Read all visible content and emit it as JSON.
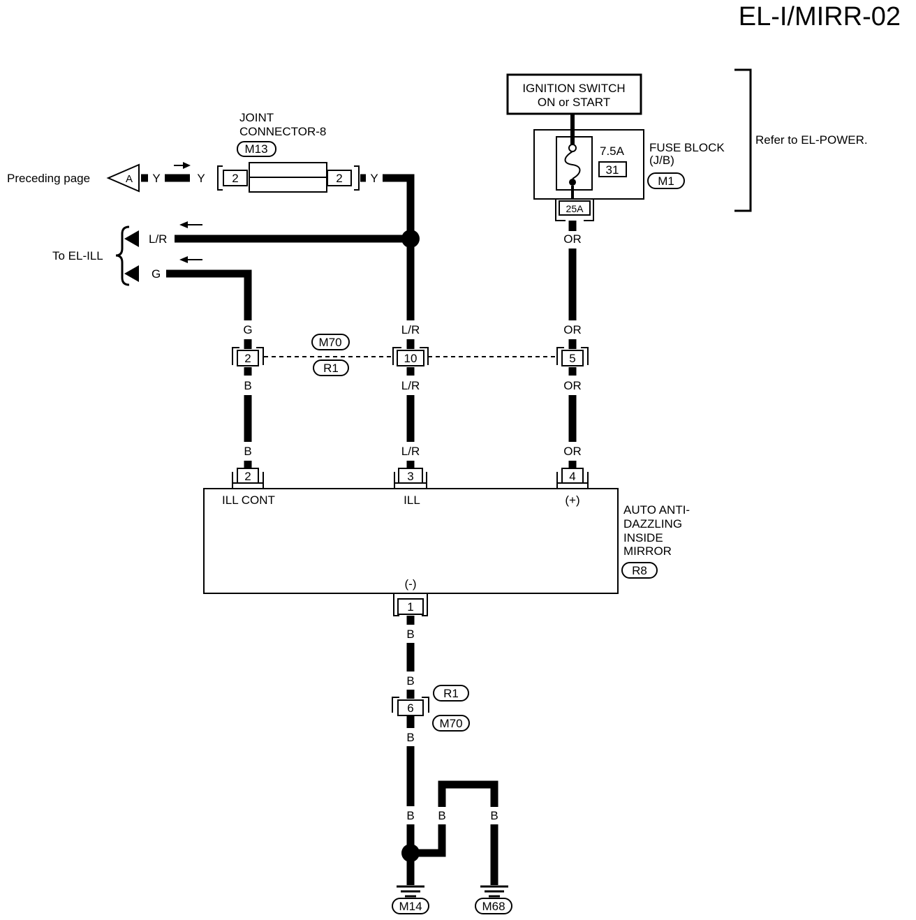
{
  "title": "EL-I/MIRR-02",
  "ignition_switch": {
    "line1": "IGNITION SWITCH",
    "line2": "ON or START"
  },
  "fuse_block": {
    "fuse_rating": "7.5A",
    "fuse_number": "31",
    "line1": "FUSE BLOCK",
    "line2": "(J/B)",
    "connector": "M1",
    "terminal": "25A"
  },
  "power_reference": "Refer to EL-POWER.",
  "preceding_page": {
    "label": "Preceding page",
    "marker": "A"
  },
  "joint_connector": {
    "line1": "JOINT",
    "line2": "CONNECTOR-8",
    "connector": "M13",
    "pin_in": "2",
    "pin_out": "2"
  },
  "to_illumination": {
    "label": "To EL-ILL",
    "colors": [
      "L/R",
      "G"
    ]
  },
  "wire_colors": {
    "input_stub": "Y",
    "input": "Y",
    "joint_output": "Y",
    "fuse_output": "OR",
    "ill_cont": [
      "G",
      "B",
      "B"
    ],
    "ill": [
      "L/R",
      "L/R",
      "L/R"
    ],
    "power": [
      "OR",
      "OR",
      "OR"
    ],
    "ground": [
      "B",
      "B",
      "B",
      "B",
      "B",
      "B"
    ]
  },
  "harness_connector": {
    "id_top": "M70",
    "id_bottom": "R1",
    "pins": [
      "2",
      "10",
      "5"
    ]
  },
  "mirror": {
    "name": [
      "AUTO ANTI-",
      "DAZZLING",
      "INSIDE",
      "MIRROR"
    ],
    "connector": "R8",
    "pins": {
      "ill_cont": "2",
      "ill": "3",
      "power": "4",
      "ground": "1"
    },
    "terminals": {
      "ill_cont": "ILL CONT",
      "ill": "ILL",
      "power": "(+)",
      "ground": "(-)"
    }
  },
  "ground_harness_connector": {
    "pin": "6",
    "id_top": "R1",
    "id_bottom": "M70"
  },
  "grounds": [
    "M14",
    "M68"
  ]
}
